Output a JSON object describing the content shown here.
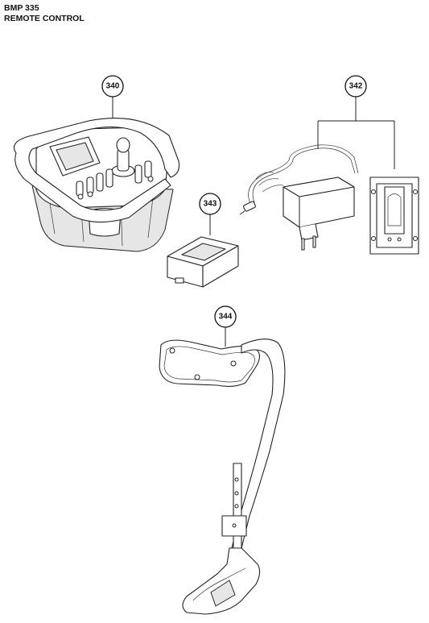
{
  "header": {
    "model": "BMP 335",
    "section": "REMOTE CONTROL"
  },
  "callouts": [
    {
      "id": "340",
      "label": "340"
    },
    {
      "id": "342",
      "label": "342"
    },
    {
      "id": "343",
      "label": "343"
    },
    {
      "id": "344",
      "label": "344"
    }
  ]
}
